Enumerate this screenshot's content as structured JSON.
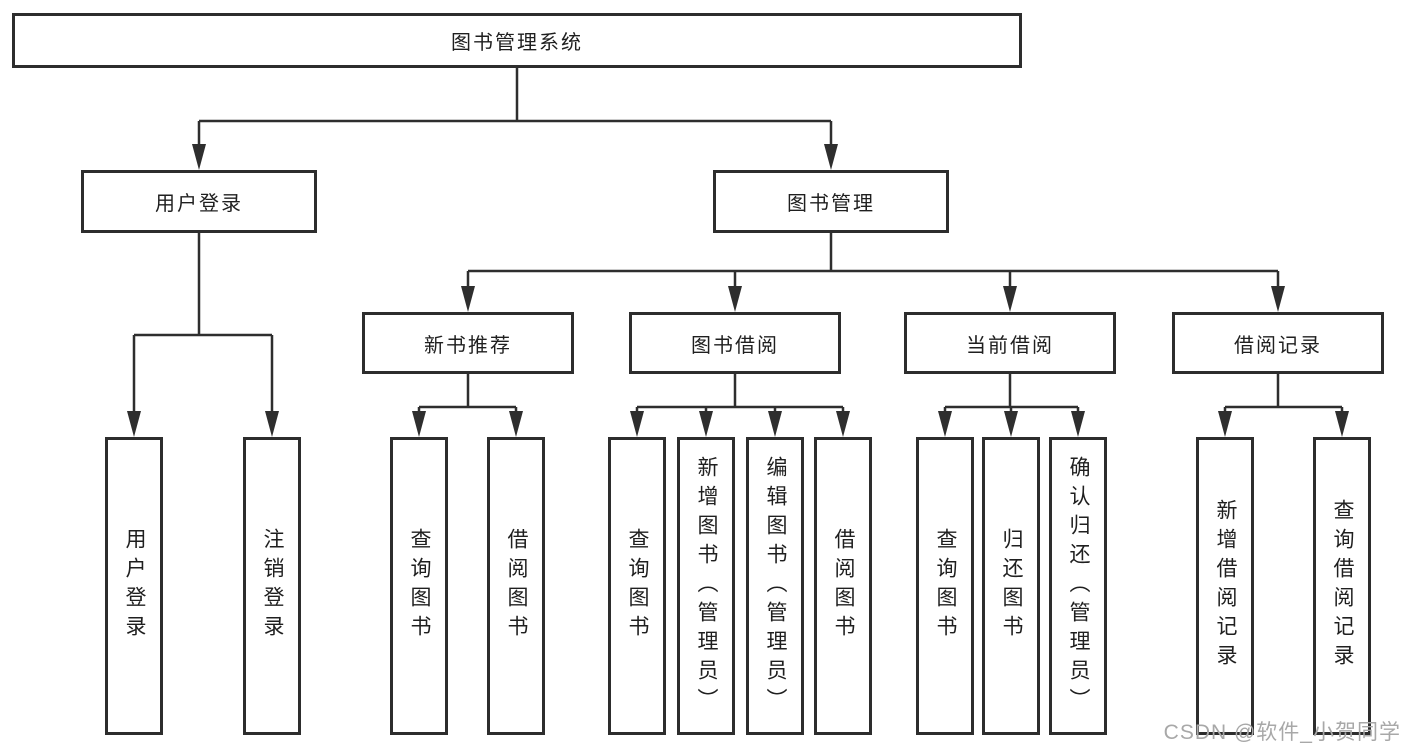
{
  "tree": {
    "root": {
      "label": "图书管理系统",
      "children": [
        {
          "label": "用户登录",
          "children": [
            {
              "label": "用户登录"
            },
            {
              "label": "注销登录"
            }
          ]
        },
        {
          "label": "图书管理",
          "children": [
            {
              "label": "新书推荐",
              "children": [
                {
                  "label": "查询图书"
                },
                {
                  "label": "借阅图书"
                }
              ]
            },
            {
              "label": "图书借阅",
              "children": [
                {
                  "label": "查询图书"
                },
                {
                  "label": "新增图书（管理员）"
                },
                {
                  "label": "编辑图书（管理员）"
                },
                {
                  "label": "借阅图书"
                }
              ]
            },
            {
              "label": "当前借阅",
              "children": [
                {
                  "label": "查询图书"
                },
                {
                  "label": "归还图书"
                },
                {
                  "label": "确认归还（管理员）"
                }
              ]
            },
            {
              "label": "借阅记录",
              "children": [
                {
                  "label": "新增借阅记录"
                },
                {
                  "label": "查询借阅记录"
                }
              ]
            }
          ]
        }
      ]
    }
  },
  "watermark": {
    "text": "CSDN @软件_小贺同学"
  },
  "colors": {
    "line": "#2e2e2e",
    "border": "#2d2d2d",
    "background": "#ffffff",
    "text": "#1f1f1f",
    "watermark": "#a8a8a8"
  }
}
